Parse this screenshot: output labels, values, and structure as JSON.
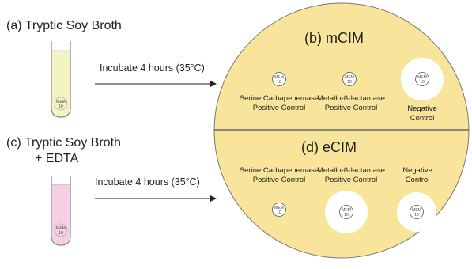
{
  "panel_a": {
    "label": "(a) Tryptic Soy Broth"
  },
  "panel_c": {
    "label_line1": "(c) Tryptic Soy Broth",
    "label_line2": "+ EDTA"
  },
  "arrows": {
    "top": "Incubate 4 hours (35°C)",
    "bottom": "Incubate 4 hours (35°C)"
  },
  "plate": {
    "top_title": "(b) mCIM",
    "bottom_title": "(d) eCIM",
    "top_controls": [
      {
        "line1": "Serine Carbapenemase",
        "line2": "Positive Control"
      },
      {
        "line1": "Metallo-ß-lactamase",
        "line2": "Positive Control"
      },
      {
        "line1": "Negative",
        "line2": "Control"
      }
    ],
    "bottom_controls": [
      {
        "line1": "Serine Carbapenemase",
        "line2": "Positive Control"
      },
      {
        "line1": "Metallo-ß-lactamase",
        "line2": "Positive Control"
      },
      {
        "line1": "Negative",
        "line2": "Control"
      }
    ]
  },
  "disk": {
    "line1": "MEM",
    "line2": "10"
  },
  "colors": {
    "agar": "#f8e49a",
    "broth_tsb": "#f4f3c4",
    "broth_edta": "#f5cfe3",
    "zone": "#ffffff"
  }
}
